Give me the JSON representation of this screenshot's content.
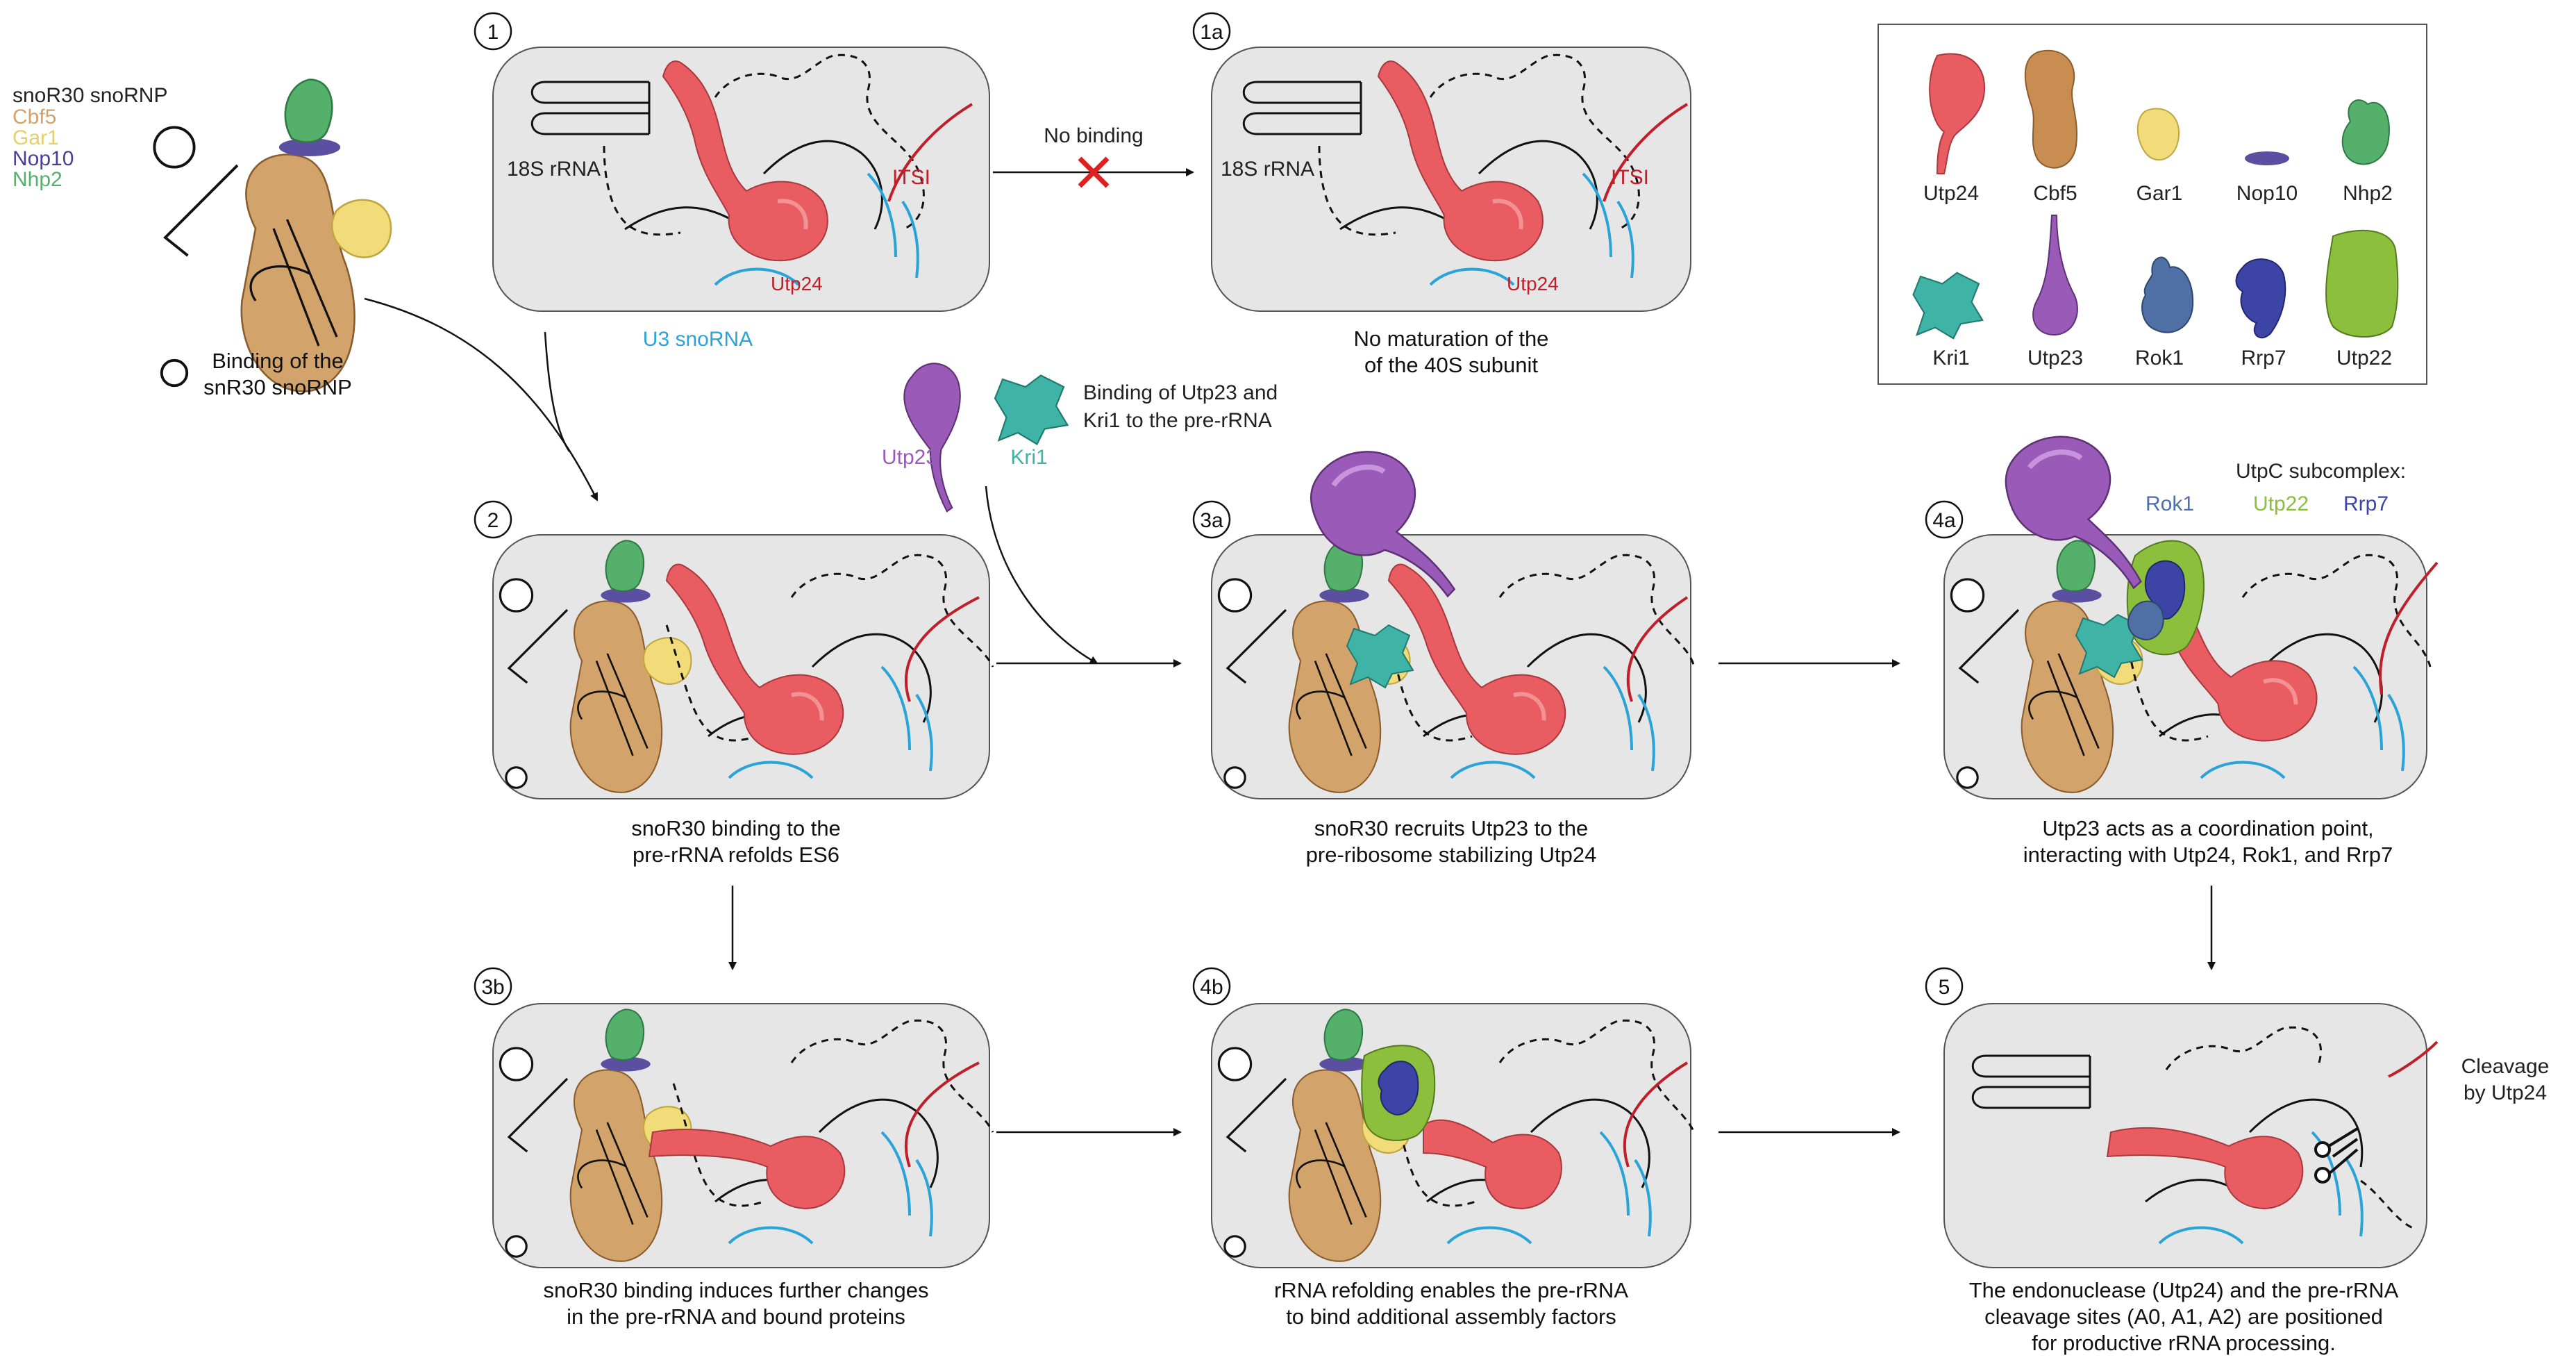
{
  "colors": {
    "utp24": "#e85c62",
    "cbf5": "#c98d52",
    "gar1": "#f2dc7a",
    "nop10": "#5a4fa0",
    "nhp2": "#55b06c",
    "kri1": "#3fb3a6",
    "utp23": "#9a5ab8",
    "rok1": "#4f6fa5",
    "rrp7": "#3c44a6",
    "utp22": "#8cbf3c",
    "u3": "#2aa4d8",
    "itsi": "#c01f2a",
    "panel": "#e6e6e6",
    "no_binding_cross": "#e02020"
  },
  "legend_top_left": {
    "title": "snoR30 snoRNP",
    "items": [
      {
        "label": "Cbf5",
        "color": "#d2a46b"
      },
      {
        "label": "Gar1",
        "color": "#e4cf6a"
      },
      {
        "label": "Nop10",
        "color": "#4a3f96"
      },
      {
        "label": "Nhp2",
        "color": "#55b06c"
      }
    ],
    "caption_line1": "Binding of the",
    "caption_line2": "snR30 snoRNP"
  },
  "legend_box": {
    "items": [
      "Utp24",
      "Cbf5",
      "Gar1",
      "Nop10",
      "Nhp2",
      "Kri1",
      "Utp23",
      "Rok1",
      "Rrp7",
      "Utp22"
    ]
  },
  "panels": {
    "p1": {
      "number": "1",
      "label_18s": "18S rRNA",
      "label_itsi": "ITSI",
      "label_utp24": "Utp24",
      "label_u3": "U3 snoRNA"
    },
    "p1a": {
      "number": "1a",
      "label_18s": "18S rRNA",
      "label_itsi": "ITSI",
      "label_utp24": "Utp24",
      "caption_line1": "No maturation of the",
      "caption_line2": "of the 40S subunit"
    },
    "no_binding": "No binding",
    "p2": {
      "number": "2",
      "caption_line1": "snoR30 binding to the",
      "caption_line2": "pre-rRNA refolds ES6"
    },
    "binding_utp23": {
      "utp23": "Utp23",
      "kri1": "Kri1",
      "text_line1": "Binding of Utp23 and",
      "text_line2": "Kri1 to the pre-rRNA"
    },
    "p3a": {
      "number": "3a",
      "caption_line1": "snoR30 recruits Utp23 to the",
      "caption_line2": "pre-ribosome stabilizing Utp24"
    },
    "p4a": {
      "number": "4a",
      "utpc_title": "UtpC subcomplex:",
      "rok1": "Rok1",
      "utp22": "Utp22",
      "rrp7": "Rrp7",
      "caption_line1": "Utp23 acts as a coordination point,",
      "caption_line2": "interacting with Utp24, Rok1, and Rrp7"
    },
    "p3b": {
      "number": "3b",
      "caption_line1": "snoR30 binding induces further changes",
      "caption_line2": "in the pre-rRNA and bound proteins"
    },
    "p4b": {
      "number": "4b",
      "caption_line1": "rRNA refolding enables the pre-rRNA",
      "caption_line2": "to bind additional assembly factors"
    },
    "p5": {
      "number": "5",
      "cleavage_line1": "Cleavage",
      "cleavage_line2": "by Utp24",
      "caption_line1": "The endonuclease (Utp24) and the pre-rRNA",
      "caption_line2": "cleavage sites (A0, A1, A2)  are positioned",
      "caption_line3": "for productive rRNA processing."
    }
  }
}
